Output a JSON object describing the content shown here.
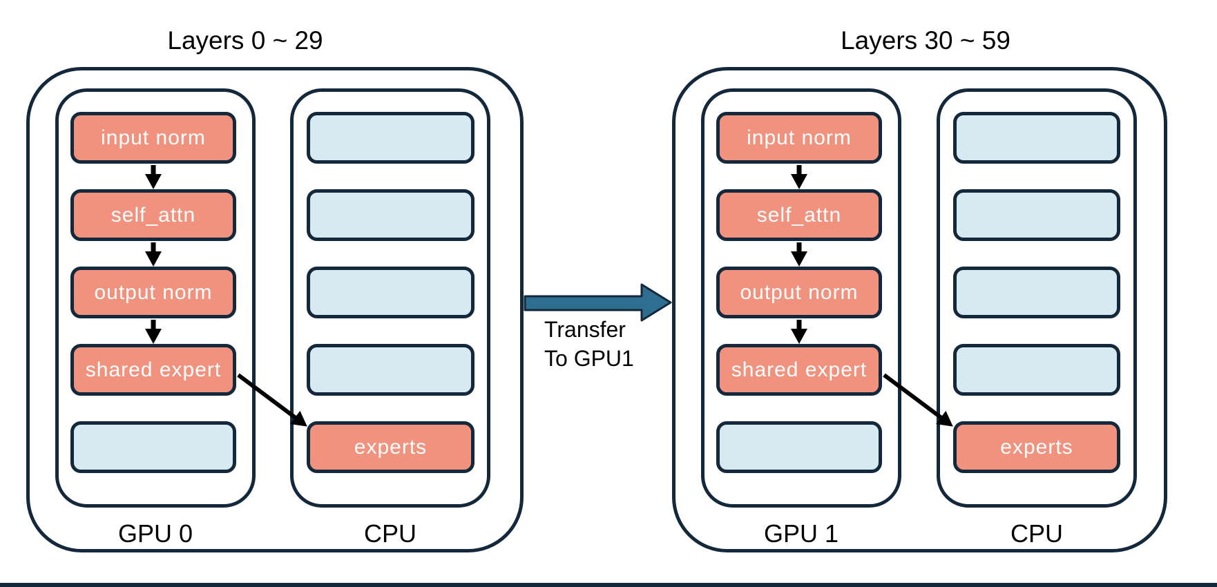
{
  "colors": {
    "background": "#FFFFFF",
    "border": "#13293B",
    "salmon": "#F0927E",
    "light_blue": "#D7EAF1",
    "transfer_blue": "#2E6E91",
    "arrow_black": "#000000",
    "title_text": "#000000",
    "box_label_text": "#FFFFFF"
  },
  "transfer": {
    "line1": "Transfer",
    "line2": "To GPU1"
  },
  "groups": [
    {
      "title": "Layers 0 ~ 29",
      "gpu": {
        "label": "GPU 0",
        "boxes": [
          {
            "label": "input norm",
            "type": "active"
          },
          {
            "label": "self_attn",
            "type": "active"
          },
          {
            "label": "output norm",
            "type": "active"
          },
          {
            "label": "shared expert",
            "type": "active"
          },
          {
            "label": "",
            "type": "empty"
          }
        ]
      },
      "cpu": {
        "label": "CPU",
        "boxes": [
          {
            "label": "",
            "type": "empty"
          },
          {
            "label": "",
            "type": "empty"
          },
          {
            "label": "",
            "type": "empty"
          },
          {
            "label": "",
            "type": "empty"
          },
          {
            "label": "experts",
            "type": "active"
          }
        ]
      },
      "edges": [
        {
          "from": "input norm",
          "to": "self_attn"
        },
        {
          "from": "self_attn",
          "to": "output norm"
        },
        {
          "from": "output norm",
          "to": "shared expert"
        },
        {
          "from": "shared expert",
          "to": "experts"
        }
      ]
    },
    {
      "title": "Layers 30 ~ 59",
      "gpu": {
        "label": "GPU 1",
        "boxes": [
          {
            "label": "input norm",
            "type": "active"
          },
          {
            "label": "self_attn",
            "type": "active"
          },
          {
            "label": "output norm",
            "type": "active"
          },
          {
            "label": "shared expert",
            "type": "active"
          },
          {
            "label": "",
            "type": "empty"
          }
        ]
      },
      "cpu": {
        "label": "CPU",
        "boxes": [
          {
            "label": "",
            "type": "empty"
          },
          {
            "label": "",
            "type": "empty"
          },
          {
            "label": "",
            "type": "empty"
          },
          {
            "label": "",
            "type": "empty"
          },
          {
            "label": "experts",
            "type": "active"
          }
        ]
      },
      "edges": [
        {
          "from": "input norm",
          "to": "self_attn"
        },
        {
          "from": "self_attn",
          "to": "output norm"
        },
        {
          "from": "output norm",
          "to": "shared expert"
        },
        {
          "from": "shared expert",
          "to": "experts"
        }
      ]
    }
  ]
}
